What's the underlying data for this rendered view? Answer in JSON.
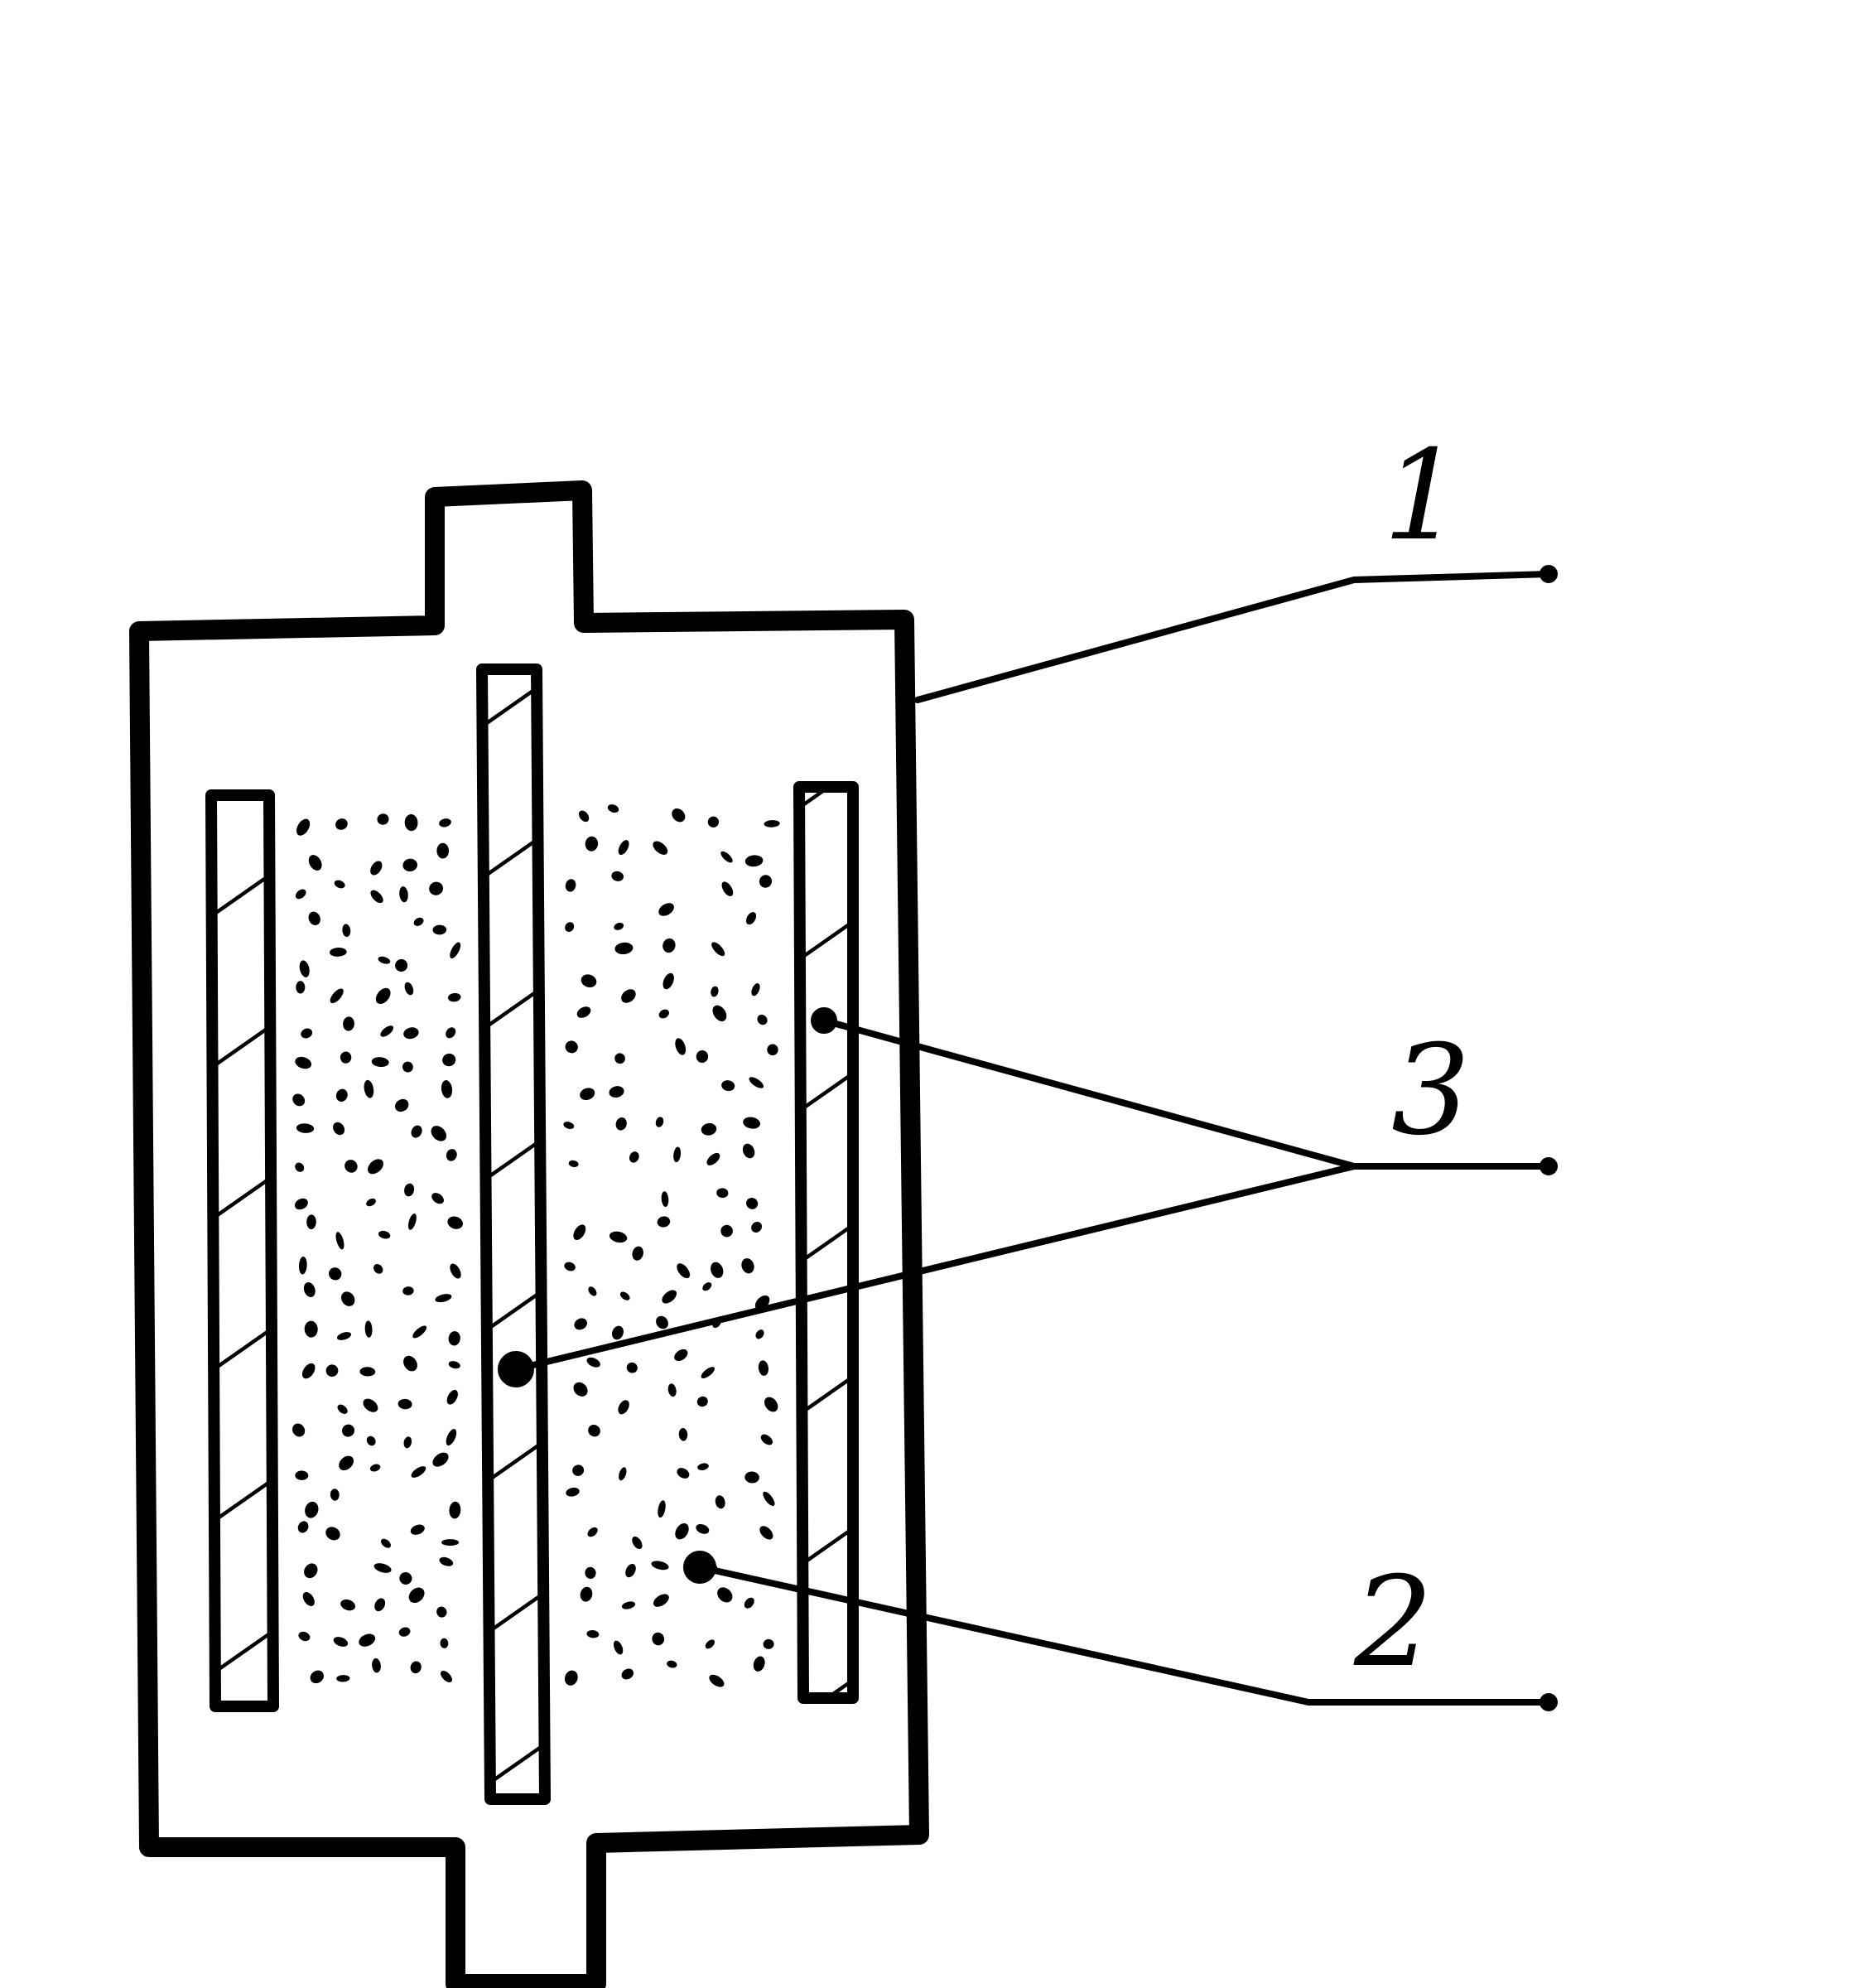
{
  "labels": {
    "one": "1",
    "two": "2",
    "three": "3"
  },
  "colors": {
    "ink": "#000000",
    "paper": "#ffffff"
  }
}
